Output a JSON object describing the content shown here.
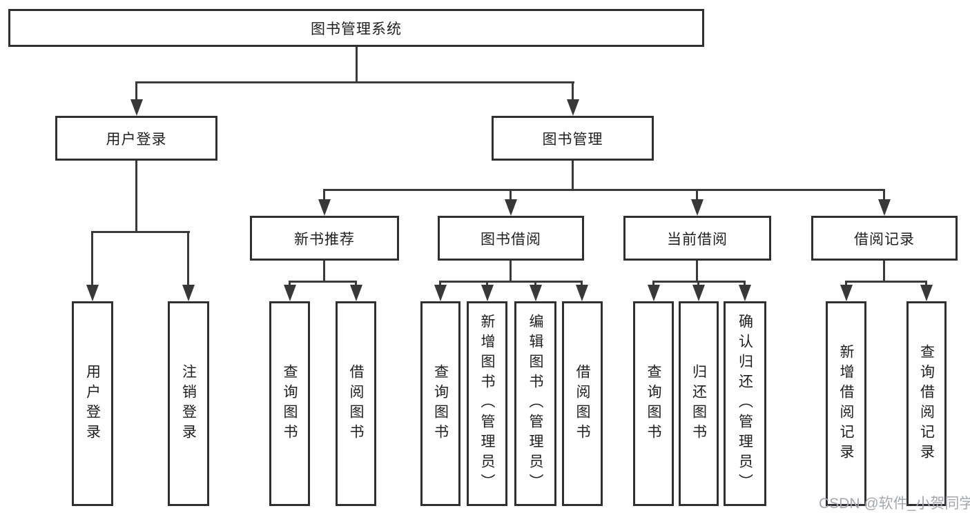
{
  "colors": {
    "line": "#3a3a3a",
    "box_border": "#2f2f2f",
    "text": "#1f1f1f",
    "watermark": "#a3a7ad",
    "background": "#ffffff"
  },
  "diagram": {
    "root": {
      "label": "图书管理系统"
    },
    "level2": [
      {
        "label": "用户登录"
      },
      {
        "label": "图书管理"
      }
    ],
    "level3": [
      {
        "label": "新书推荐"
      },
      {
        "label": "图书借阅"
      },
      {
        "label": "当前借阅"
      },
      {
        "label": "借阅记录"
      }
    ],
    "leaves": {
      "user_login": [
        {
          "label": "用户登录"
        },
        {
          "label": "注销登录"
        }
      ],
      "new_book": [
        {
          "label": "查询图书"
        },
        {
          "label": "借阅图书"
        }
      ],
      "book_borrow": [
        {
          "label": "查询图书"
        },
        {
          "label": "新增图书（管理员）"
        },
        {
          "label": "编辑图书（管理员）"
        },
        {
          "label": "借阅图书"
        }
      ],
      "current_borrow": [
        {
          "label": "查询图书"
        },
        {
          "label": "归还图书"
        },
        {
          "label": "确认归还（管理员）"
        }
      ],
      "borrow_record": [
        {
          "label": "新增借阅记录"
        },
        {
          "label": "查询借阅记录"
        }
      ]
    },
    "watermark": "CSDN @软件_小贺同学"
  }
}
